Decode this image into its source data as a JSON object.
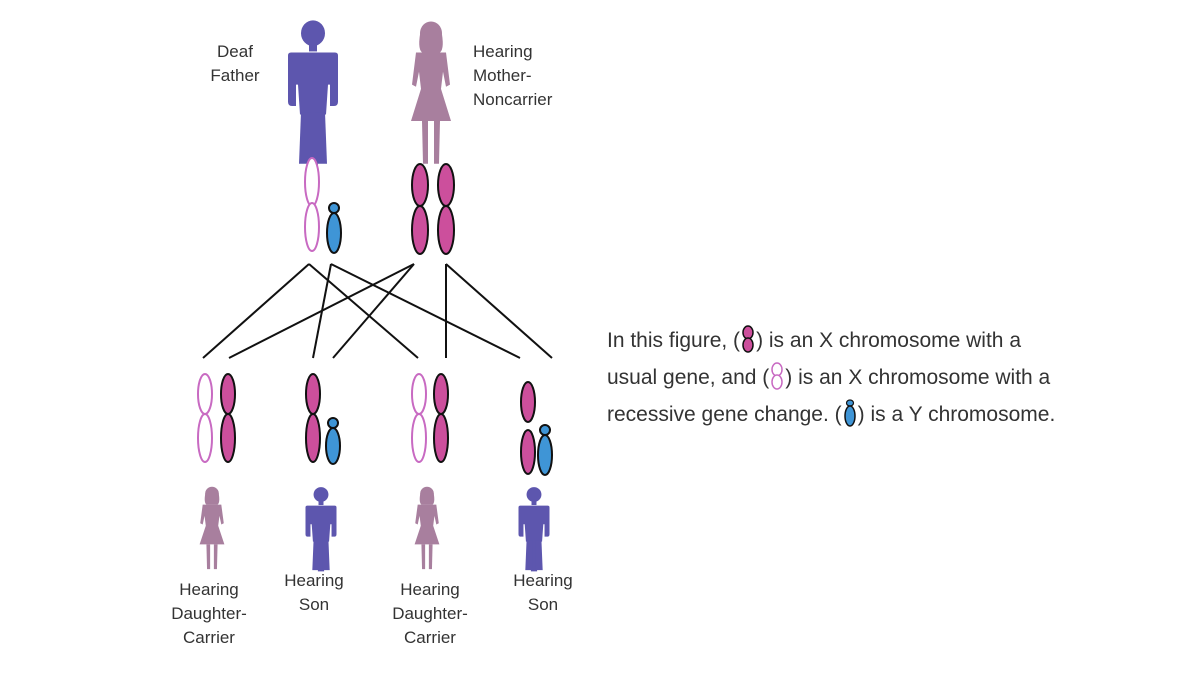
{
  "colors": {
    "male_figure": "#5d56ae",
    "female_figure": "#a87f9e",
    "x_usual": "#cc4f9c",
    "x_recessive": "#c86ac2",
    "y_chromosome": "#3f95d6",
    "lines": "#111111"
  },
  "parents": {
    "father": {
      "line1": "Deaf",
      "line2": "Father",
      "figure": "male-silhouette"
    },
    "mother": {
      "line1": "Hearing",
      "line2": "Mother-",
      "line3": "Noncarrier",
      "figure": "female-silhouette"
    }
  },
  "children": [
    {
      "line1": "Hearing",
      "line2": "Daughter-",
      "line3": "Carrier",
      "figure": "female-silhouette"
    },
    {
      "line1": "Hearing",
      "line2": "Son",
      "figure": "male-silhouette"
    },
    {
      "line1": "Hearing",
      "line2": "Daughter-",
      "line3": "Carrier",
      "figure": "female-silhouette"
    },
    {
      "line1": "Hearing",
      "line2": "Son",
      "figure": "male-silhouette"
    }
  ],
  "legend": {
    "part1": "In this figure, (",
    "part2": ") is an X chromosome with a",
    "part3": "usual gene, and (",
    "part4": ") is an X chromosome with a",
    "part5": "recessive gene change. (",
    "part6": ") is a Y chromosome."
  }
}
